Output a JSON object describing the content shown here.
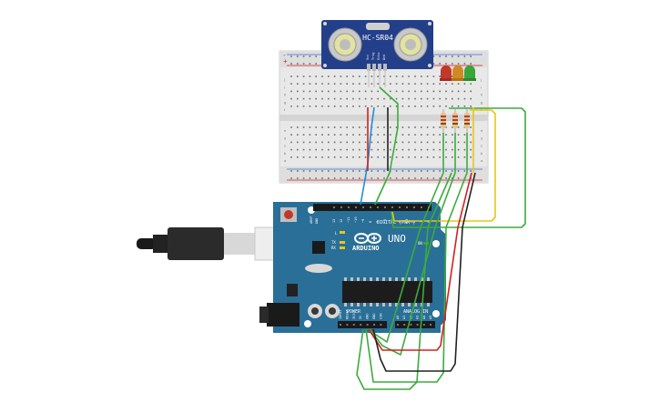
{
  "sensor": {
    "model": "HC-SR04",
    "pins": [
      "Vcc",
      "Trig",
      "Echo",
      "Gnd"
    ]
  },
  "leds": [
    {
      "name": "red",
      "color": "#c0392b"
    },
    {
      "name": "orange",
      "color": "#d08a24"
    },
    {
      "name": "green",
      "color": "#3aa53a"
    }
  ],
  "arduino": {
    "brand": "ARDUINO",
    "model": "UNO",
    "digital_label": "DIGITAL (PWM~)",
    "power_label": "POWER",
    "analog_label": "ANALOG IN",
    "on_label": "ON",
    "tx_label": "TX",
    "rx_label": "RX",
    "l_label": "L",
    "aref_label": "AREF",
    "gnd_label": "GND",
    "power_pins": [
      "IOREF",
      "RESET",
      "3V3",
      "5V",
      "GND",
      "GND",
      "VIN"
    ],
    "analog_pins": [
      "A0",
      "A1",
      "A2",
      "A3",
      "A4",
      "A5"
    ],
    "digital_pins": [
      "13",
      "12",
      "~11",
      "~10",
      "~9",
      "8",
      "7",
      "~6",
      "~5",
      "4",
      "~3",
      "2",
      "1",
      "0"
    ]
  },
  "breadboard": {
    "row_letters": [
      "a",
      "b",
      "c",
      "d",
      "e",
      "f",
      "g",
      "h",
      "i",
      "j"
    ],
    "rail_plus": "+",
    "rail_minus": "-"
  },
  "colors": {
    "board_blue": "#2a6f97",
    "wire_green": "#3cab3c",
    "wire_red": "#d42020",
    "wire_black": "#222222",
    "wire_yellow": "#e6c619",
    "wire_blue": "#1f8fd6"
  }
}
